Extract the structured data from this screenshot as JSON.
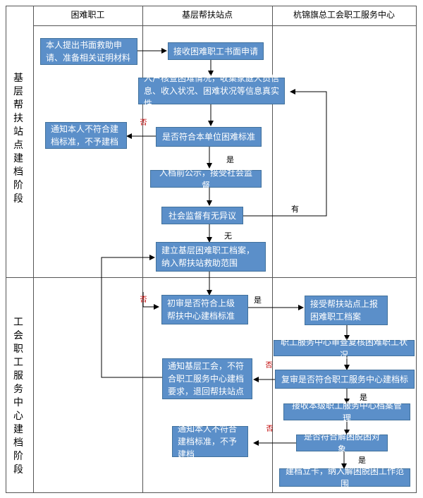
{
  "columns": [
    "困难职工",
    "基层帮扶站点",
    "杭锦旗总工会职工服务中心"
  ],
  "phases": [
    "基层帮扶站点建档阶段",
    "工会职工服务中心建档阶段"
  ],
  "boxes": {
    "apply": "本人提出书面救助申请、准备相关证明材料",
    "receive": "接收困难职工书面申请",
    "verify": "入户核查困难情况，收集家庭人员信息、收入状况、困难状况等信息真实性",
    "notify1": "通知本人不符合建档标准，不予建档",
    "unit_std": "是否符合本单位困难标准",
    "publicity": "入档前公示，接受社会监督",
    "objection": "社会监督有无异议",
    "establish": "建立基层困难职工档案，纳入帮扶站救助范围",
    "first_review": "初审是否符合上级帮扶中心建档标准",
    "accept": "接受帮扶站点上报困难职工档案",
    "recheck": "职工服务中心审查复核困难职工状况",
    "second_review": "复审是否符合职工服务中心建档标",
    "notify_base": "通知基层工会，不符合职工服务中心建档要求，退回帮扶站点",
    "file_mgmt": "接收本级职工服务中心档案管理",
    "relief_obj": "是否符合解困脱困对象",
    "notify2": "通知本人不符合建档标准，不予建档",
    "card": "建档立卡，纳入解困脱困工作范围"
  },
  "labels": {
    "yes": "是",
    "no": "否",
    "has": "有",
    "none": "无"
  }
}
